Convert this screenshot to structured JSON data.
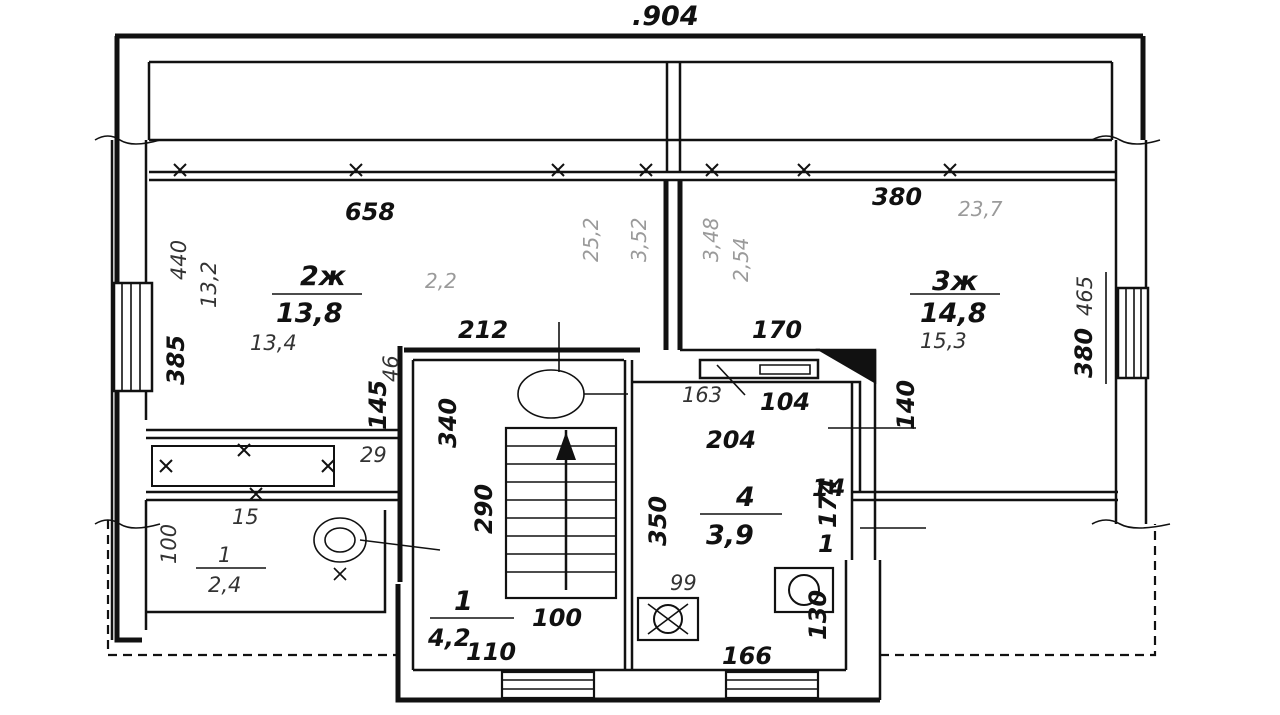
{
  "plan": {
    "overall_width": ".904",
    "rooms": {
      "room2": {
        "number": "2ж",
        "area": "13,8",
        "area_alt": "13,4",
        "width": "658",
        "depth": "385",
        "note_depth": "440",
        "note_area": "13,2"
      },
      "room3": {
        "number": "3ж",
        "area": "14,8",
        "area_alt": "15,3",
        "width": "380",
        "depth": "380",
        "note_depth": "465"
      },
      "room4": {
        "number": "4",
        "area": "3,9",
        "width": "204",
        "depth": "350",
        "alt_width": "104",
        "alt_depth": "163",
        "bottom_width": "166"
      },
      "room1": {
        "number": "1",
        "area": "4,2",
        "width": "110",
        "inner_width": "100",
        "depth": "290",
        "upper_depth": "340",
        "top_width": "212"
      },
      "bath": {
        "number": "1",
        "area": "2,4",
        "depth_note": "100",
        "width_note": "15"
      }
    },
    "dimensions": {
      "d170": "170",
      "d140": "140",
      "d145": "145",
      "d46": "46",
      "d29": "29",
      "d174": "174",
      "d14": "14",
      "d1": "1",
      "d130": "130",
      "d99": "99"
    },
    "pencil_notes": {
      "n_25_2": "25,2",
      "n_3_52": "3,52",
      "n_3_48": "3,48",
      "n_2_54": "2,54",
      "n_23_7": "23,7",
      "n_2_2": "2,2"
    }
  }
}
